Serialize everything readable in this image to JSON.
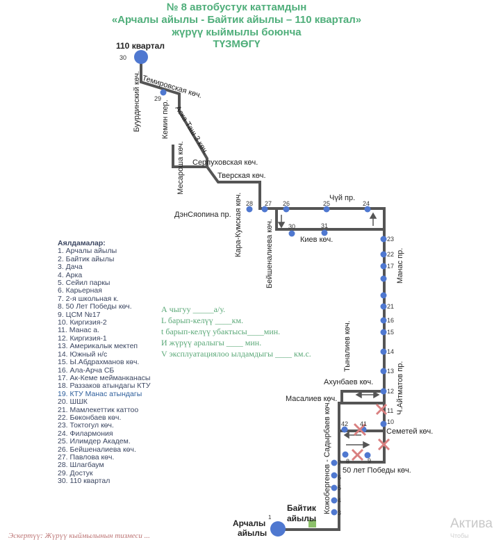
{
  "title": {
    "line1": "№ 8  автобустук каттамдын",
    "line2": "«Арчалы айылы - Байтик айылы – 110 квартал»",
    "line3": "жүрүү кыймылы боюнча",
    "line4": "ТҮЗМӨГҮ"
  },
  "colors": {
    "title": "#4fae7a",
    "route": "#555555",
    "stop": "#4f78d0",
    "cross": "#d98080",
    "terminal_square": "#8cc06a"
  },
  "terminals": {
    "top_label": "110 квартал",
    "top_number": "30",
    "bottom_label_line1": "Арчалы",
    "bottom_label_line2": "айылы",
    "bottom_number": "1",
    "baitik_line1": "Байтик",
    "baitik_line2": "айылы"
  },
  "streets": {
    "buurdinsky": "Буурдинский көч.",
    "temirovskaya": "Темировская көч.",
    "kemin": "Кемин пер.",
    "aska_tash": "Аска Таш 3 көч.",
    "mesarosha": "Месароша көч.",
    "serpukhovskaya": "Серпуховская көч.",
    "tverskaya": "Тверская көч.",
    "densyaopina": "ДэнСяопина пр.",
    "kara_kumskaya": "Кара-Кумская көч.",
    "beishenalieva": "Бейшеналиева көч.",
    "chui": "Чүй пр.",
    "kiev": "Киев көч.",
    "manas": "Манас пр.",
    "tynaliev": "Тыналиев көч.",
    "akhunbaev": "Ахунбаев көч.",
    "masaliev": "Масалиев көч.",
    "aitmatov": "Ч.Айтматов пр.",
    "semetei": "Семетей көч.",
    "pobedy": "50 лет Победы көч.",
    "kozhobergenov": "Кожобергенов - Садырбаев көч."
  },
  "stop_numbers": {
    "s29": "29",
    "s28": "28",
    "s27": "27",
    "s26": "26",
    "s25": "25",
    "s24": "24",
    "s30b": "30",
    "s31": "31",
    "s23": "23",
    "s22": "22",
    "s17": "17",
    "s21": "21",
    "s16": "16",
    "s15": "15",
    "s14": "14",
    "s13": "13",
    "s12": "12",
    "s11": "11",
    "s10": "10",
    "s42": "42",
    "s41": "41",
    "s8": "8",
    "s9": "9",
    "s7": "7",
    "s6": "6",
    "s5": "5",
    "s4": "4",
    "s3": "3"
  },
  "legend": {
    "heading": "Аялдамалар:",
    "items": [
      "1. Арчалы айылы",
      "2. Байтик  айылы",
      "3. Дача",
      "4. Арка",
      "5. Сейил паркы",
      "6. Карьерная",
      "7. 2-я школьная к.",
      "8. 50 Лет Победы көч.",
      "9. ЦСМ №17",
      "10. Киргизия-2",
      "11. Манас а.",
      "12. Киргизия-1",
      "13. Америкалык мектеп",
      "14. Южный н/с",
      "15. Ы.Абдрахманов көч.",
      "16. Ала-Арча СБ",
      "17. Ак-Кеме мейманканасы",
      "18. Раззаков атындагы КТУ",
      "19. КТУ Манас атындагы",
      "20. ШШК",
      "21. Мамлекеттик каттоо",
      "22. Бөконбаев көч.",
      "23. Токтогул көч.",
      "24. Филармония",
      "25. Илимдер Академ.",
      "26. Бейшеналиева көч.",
      "27. Павлова көч.",
      "28. Шлагбаум",
      "29. Достук",
      "30. 110 квартал"
    ]
  },
  "params": {
    "line1": "А чыгуу  _____а/у.",
    "line2": "L барып-келүү  ____км.",
    "line3": "t барып-келүү убактысы____мин.",
    "line4": "И жүрүү аралыгы  ____     мин.",
    "line5": "V эксплуатациялоо ылдамдыгы ____ км.с."
  },
  "footer_note": "Эскертүү: Жүрүү кыймылынын тизмеси ...",
  "watermark": {
    "line1": "Актива",
    "line2": "Чтобы"
  }
}
